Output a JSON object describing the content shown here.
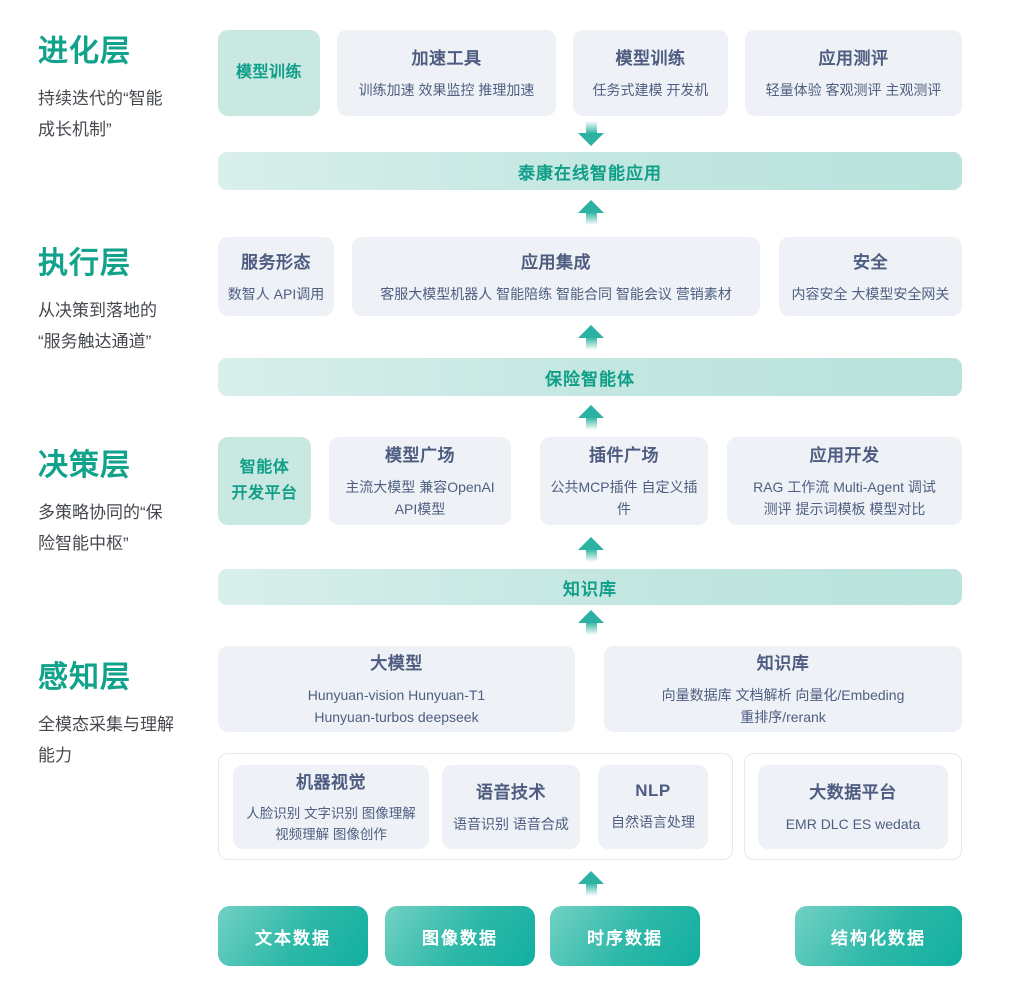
{
  "colors": {
    "accent_green": "#10a28b",
    "card_bg": "#eef1f5",
    "card_text": "#4d5c80",
    "feature_card_bg": "#c9e8e2",
    "banner_bg": "#c4e7e1",
    "chip_gradient_start": "#72d1c4",
    "chip_gradient_end": "#12afa0",
    "arrow": "#2bb2a2"
  },
  "layers": {
    "evolution": {
      "title": "进化层",
      "subtitle": "持续迭代的“智能\n成长机制”",
      "feature": "模型训练",
      "cards": [
        {
          "title": "加速工具",
          "items": "训练加速 效果监控 推理加速"
        },
        {
          "title": "模型训练",
          "items": "任务式建模 开发机"
        },
        {
          "title": "应用测评",
          "items": "轻量体验 客观测评 主观测评"
        }
      ]
    },
    "execution": {
      "title": "执行层",
      "subtitle": "从决策到落地的\n“服务触达通道”",
      "cards": [
        {
          "title": "服务形态",
          "items": "数智人 API调用"
        },
        {
          "title": "应用集成",
          "items": "客服大模型机器人 智能陪练 智能合同 智能会议 营销素材"
        },
        {
          "title": "安全",
          "items": "内容安全 大模型安全网关"
        }
      ]
    },
    "decision": {
      "title": "决策层",
      "subtitle": "多策略协同的“保\n险智能中枢”",
      "feature": "智能体\n开发平台",
      "cards": [
        {
          "title": "模型广场",
          "items": "主流大模型 兼容OpenAI\nAPI模型"
        },
        {
          "title": "插件广场",
          "items": "公共MCP插件 自定义插件"
        },
        {
          "title": "应用开发",
          "items": "RAG 工作流 Multi-Agent 调试\n测评 提示词模板 模型对比"
        }
      ]
    },
    "perception": {
      "title": "感知层",
      "subtitle": "全模态采集与理解\n能力",
      "cards_top": [
        {
          "title": "大模型",
          "items": "Hunyuan-vision Hunyuan-T1\nHunyuan-turbos deepseek"
        },
        {
          "title": "知识库",
          "items": "向量数据库 文档解析 向量化/Embeding\n重排序/rerank"
        }
      ],
      "group_left": [
        {
          "title": "机器视觉",
          "items": "人脸识别 文字识别 图像理解\n视频理解 图像创作"
        },
        {
          "title": "语音技术",
          "items": "语音识别 语音合成"
        },
        {
          "title": "NLP",
          "items": "自然语言处理"
        }
      ],
      "group_right": [
        {
          "title": "大数据平台",
          "items": "EMR DLC ES wedata"
        }
      ]
    }
  },
  "banners": {
    "app": "泰康在线智能应用",
    "agent": "保险智能体",
    "knowledge": "知识库"
  },
  "data_chips": [
    "文本数据",
    "图像数据",
    "时序数据",
    "结构化数据"
  ]
}
